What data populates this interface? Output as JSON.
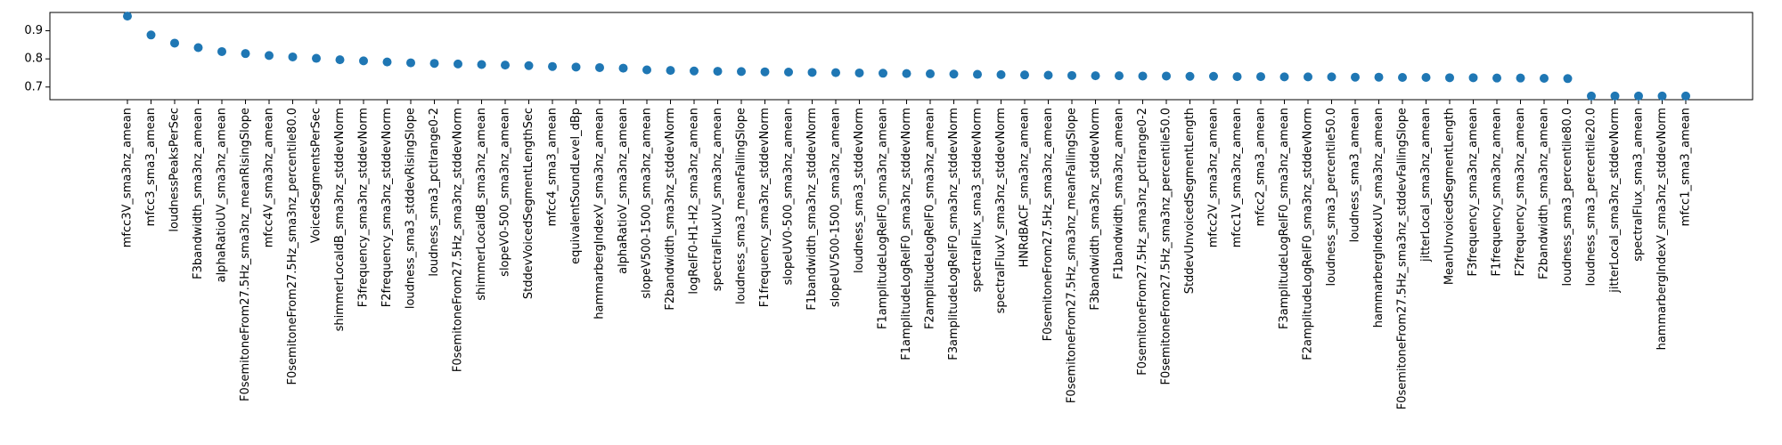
{
  "chart_data": {
    "type": "scatter",
    "title": "",
    "xlabel": "",
    "ylabel": "",
    "ylim": [
      0.655,
      0.965
    ],
    "yticks": [
      0.7,
      0.8,
      0.9
    ],
    "yticks_text": [
      "0.7",
      "0.8",
      "0.9"
    ],
    "grid": false,
    "marker_color": "#1f77b4",
    "categories": [
      "mfcc3V_sma3nz_amean",
      "mfcc3_sma3_amean",
      "loudnessPeaksPerSec",
      "F3bandwidth_sma3nz_amean",
      "alphaRatioUV_sma3nz_amean",
      "F0semitoneFrom27.5Hz_sma3nz_meanRisingSlope",
      "mfcc4V_sma3nz_amean",
      "F0semitoneFrom27.5Hz_sma3nz_percentile80.0",
      "VoicedSegmentsPerSec",
      "shimmerLocaldB_sma3nz_stddevNorm",
      "F3frequency_sma3nz_stddevNorm",
      "F2frequency_sma3nz_stddevNorm",
      "loudness_sma3_stddevRisingSlope",
      "loudness_sma3_pctlrange0-2",
      "F0semitoneFrom27.5Hz_sma3nz_stddevNorm",
      "shimmerLocaldB_sma3nz_amean",
      "slopeV0-500_sma3nz_amean",
      "StddevVoicedSegmentLengthSec",
      "mfcc4_sma3_amean",
      "equivalentSoundLevel_dBp",
      "hammarbergIndexV_sma3nz_amean",
      "alphaRatioV_sma3nz_amean",
      "slopeV500-1500_sma3nz_amean",
      "F2bandwidth_sma3nz_stddevNorm",
      "logRelF0-H1-H2_sma3nz_amean",
      "spectralFluxUV_sma3nz_amean",
      "loudness_sma3_meanFallingSlope",
      "F1frequency_sma3nz_stddevNorm",
      "slopeUV0-500_sma3nz_amean",
      "F1bandwidth_sma3nz_stddevNorm",
      "slopeUV500-1500_sma3nz_amean",
      "loudness_sma3_stddevNorm",
      "F1amplitudeLogRelF0_sma3nz_amean",
      "F1amplitudeLogRelF0_sma3nz_stddevNorm",
      "F2amplitudeLogRelF0_sma3nz_amean",
      "F3amplitudeLogRelF0_sma3nz_stddevNorm",
      "spectralFlux_sma3_stddevNorm",
      "spectralFluxV_sma3nz_stddevNorm",
      "HNRdBACF_sma3nz_amean",
      "F0semitoneFrom27.5Hz_sma3nz_amean",
      "F0semitoneFrom27.5Hz_sma3nz_meanFallingSlope",
      "F3bandwidth_sma3nz_stddevNorm",
      "F1bandwidth_sma3nz_amean",
      "F0semitoneFrom27.5Hz_sma3nz_pctlrange0-2",
      "F0semitoneFrom27.5Hz_sma3nz_percentile50.0",
      "StddevUnvoicedSegmentLength",
      "mfcc2V_sma3nz_amean",
      "mfcc1V_sma3nz_amean",
      "mfcc2_sma3_amean",
      "F3amplitudeLogRelF0_sma3nz_amean",
      "F2amplitudeLogRelF0_sma3nz_stddevNorm",
      "loudness_sma3_percentile50.0",
      "loudness_sma3_amean",
      "hammarbergIndexUV_sma3nz_amean",
      "F0semitoneFrom27.5Hz_sma3nz_stddevFallingSlope",
      "jitterLocal_sma3nz_amean",
      "MeanUnvoicedSegmentLength",
      "F3frequency_sma3nz_amean",
      "F1frequency_sma3nz_amean",
      "F2frequency_sma3nz_amean",
      "F2bandwidth_sma3nz_amean",
      "loudness_sma3_percentile80.0",
      "loudness_sma3_percentile20.0",
      "jitterLocal_sma3nz_stddevNorm",
      "spectralFlux_sma3_amean",
      "hammarbergIndexV_sma3nz_stddevNorm",
      "mfcc1_sma3_amean"
    ],
    "values": [
      0.952,
      0.885,
      0.856,
      0.84,
      0.826,
      0.819,
      0.812,
      0.807,
      0.802,
      0.797,
      0.793,
      0.789,
      0.786,
      0.784,
      0.782,
      0.78,
      0.778,
      0.776,
      0.773,
      0.771,
      0.769,
      0.767,
      0.761,
      0.759,
      0.757,
      0.756,
      0.755,
      0.754,
      0.753,
      0.752,
      0.751,
      0.75,
      0.749,
      0.748,
      0.747,
      0.746,
      0.745,
      0.744,
      0.743,
      0.742,
      0.741,
      0.74,
      0.74,
      0.739,
      0.739,
      0.738,
      0.738,
      0.737,
      0.737,
      0.736,
      0.736,
      0.736,
      0.735,
      0.735,
      0.734,
      0.734,
      0.733,
      0.733,
      0.732,
      0.732,
      0.731,
      0.73,
      0.668,
      0.668,
      0.668,
      0.668,
      0.668
    ]
  }
}
